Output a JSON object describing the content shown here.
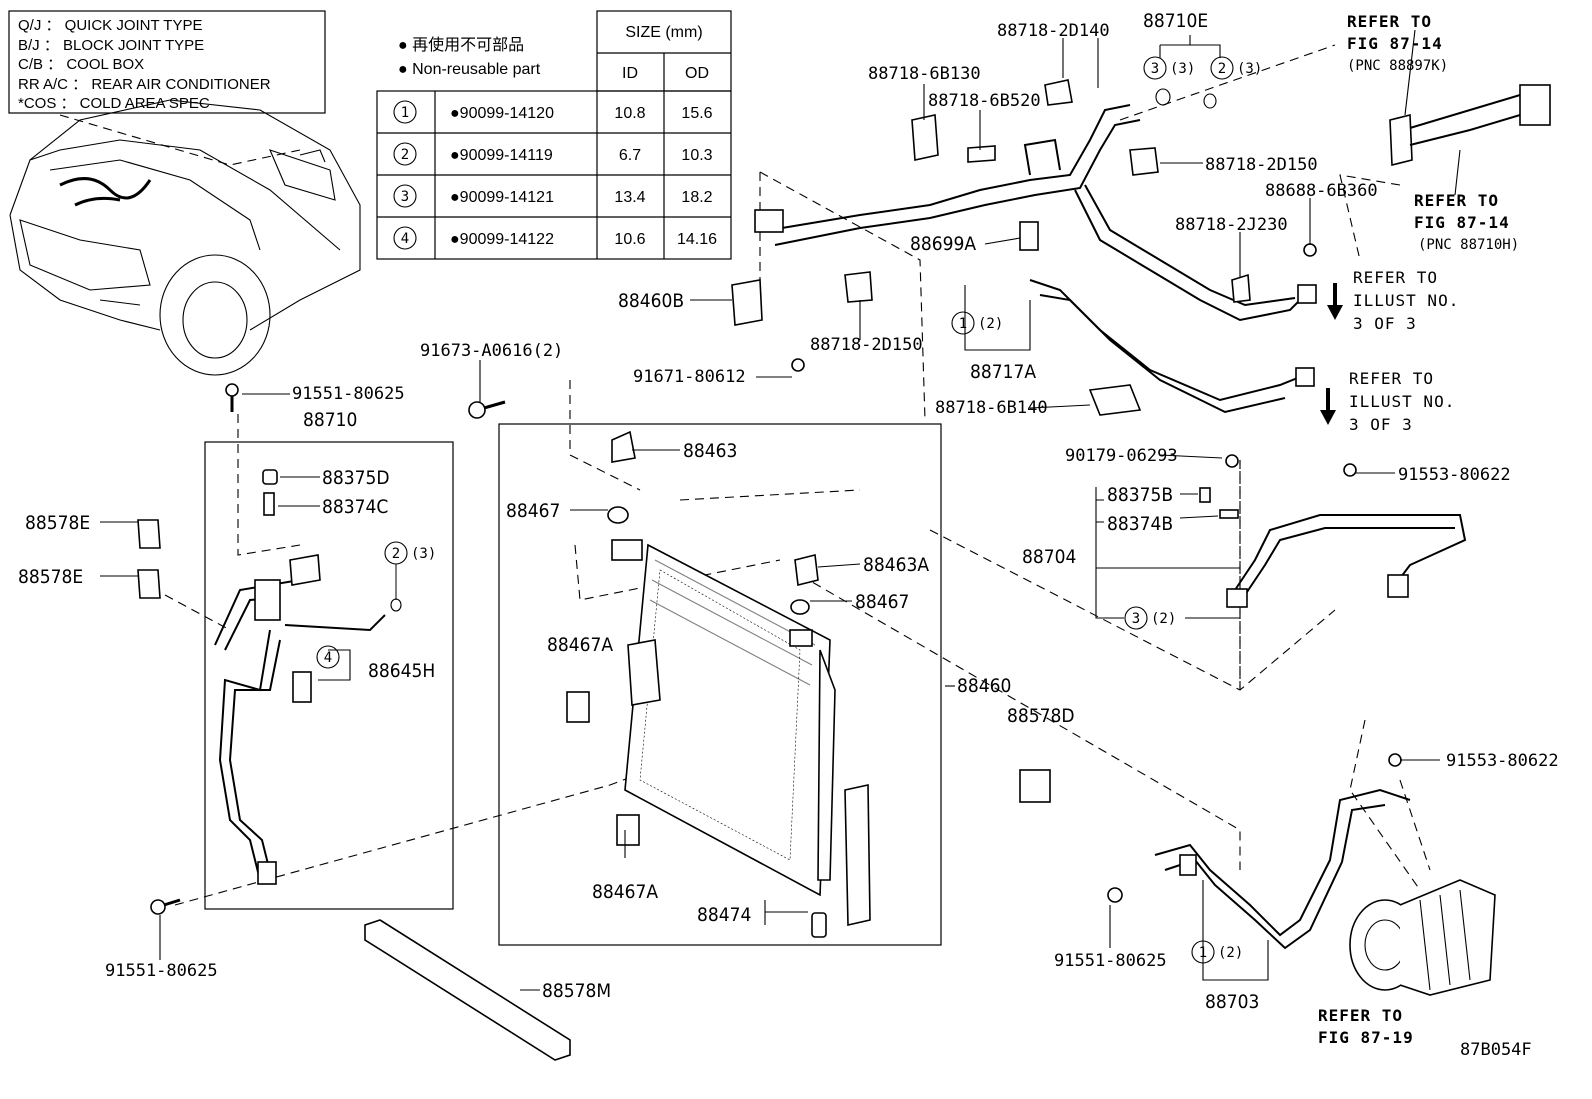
{
  "legend": {
    "rows": [
      "Q/J ： QUICK JOINT TYPE",
      "B/J ： BLOCK JOINT TYPE",
      "C/B ： COOL BOX",
      "RR A/C ： REAR AIR CONDITIONER",
      "*COS ： COLD AREA SPEC"
    ]
  },
  "oring_table": {
    "note_jp": "● 再使用不可部品",
    "note_en": "● Non-reusable part",
    "size_header": "SIZE (mm)",
    "col_id": "ID",
    "col_od": "OD",
    "rows": [
      {
        "ref": "1",
        "part": "●90099-14120",
        "id": "10.8",
        "od": "15.6"
      },
      {
        "ref": "2",
        "part": "●90099-14119",
        "id": "6.7",
        "od": "10.3"
      },
      {
        "ref": "3",
        "part": "●90099-14121",
        "id": "13.4",
        "od": "18.2"
      },
      {
        "ref": "4",
        "part": "●90099-14122",
        "id": "10.6",
        "od": "14.16"
      }
    ]
  },
  "labels": {
    "p88710E": "88710E",
    "p88718_2D140": "88718-2D140",
    "p88718_6B130": "88718-6B130",
    "p88718_6B520": "88718-6B520",
    "oring3_qty3": "(3)",
    "oring2_qty3": "(3)",
    "p88718_2D150a": "88718-2D150",
    "p88688_6B360": "88688-6B360",
    "p88718_2J230": "88718-2J230",
    "p88699A": "88699A",
    "p88460B": "88460B",
    "p88718_2D150b": "88718-2D150",
    "oring1_qty2a": "(2)",
    "p88717A": "88717A",
    "p91673": "91673-A0616(2)",
    "p91671": "91671-80612",
    "p88718_6B140": "88718-6B140",
    "p91551a": "91551-80625",
    "p88710": "88710",
    "p88375D": "88375D",
    "p88374C": "88374C",
    "oring2_qty3b": "(3)",
    "p88645H": "88645H",
    "p88578E_1": "88578E",
    "p88578E_2": "88578E",
    "p91551b": "91551-80625",
    "p88463": "88463",
    "p88467a": "88467",
    "p88463A": "88463A",
    "p88467b": "88467",
    "p88467A_1": "88467A",
    "p88467A_2": "88467A",
    "p88460": "88460",
    "p88474": "88474",
    "p88578M": "88578M",
    "p88578D": "88578D",
    "p90179": "90179-06293",
    "p88375B": "88375B",
    "p88374B": "88374B",
    "p88704": "88704",
    "oring3_qty2": "(2)",
    "p91553a": "91553-80622",
    "p91553b": "91553-80622",
    "p91551c": "91551-80625",
    "oring1_qty2b": "(2)",
    "p88703": "88703",
    "figure_code": "87B054F"
  },
  "refs": {
    "r1": [
      "REFER TO",
      "FIG 87-14",
      "(PNC 88897K)"
    ],
    "r2": [
      "REFER TO",
      "FIG 87-14",
      "(PNC 88710H)"
    ],
    "r3": [
      "REFER TO",
      "ILLUST NO.",
      "3 OF 3"
    ],
    "r4": [
      "REFER TO",
      "ILLUST NO.",
      "3 OF 3"
    ],
    "r5": [
      "REFER TO",
      "FIG 87-19"
    ]
  },
  "circle_refs": {
    "c3": "3",
    "c2": "2",
    "c1a": "1",
    "c2b": "2",
    "c4": "4",
    "c3b": "3",
    "c1b": "1",
    "c1": "1",
    "c2t": "2",
    "c3t": "3",
    "c4t": "4"
  }
}
